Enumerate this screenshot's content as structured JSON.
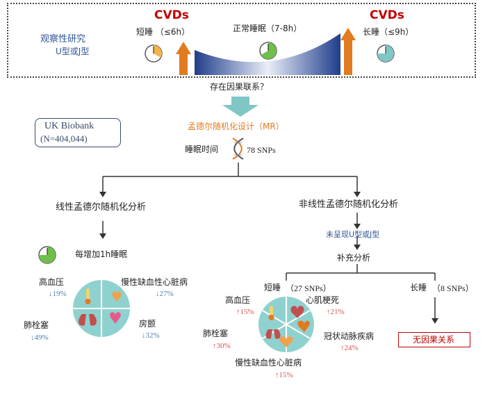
{
  "observational": {
    "label_line1": "观察性研究",
    "label_line2": "U型或J型",
    "cvds_left": "CVDs",
    "cvds_right": "CVDs",
    "short_sleep": "短睡 （≤6h）",
    "normal_sleep": "正常睡眠（7-8h）",
    "long_sleep": "长睡（≤9h）",
    "question": "存在因果联系？"
  },
  "ukb": {
    "line1": "UK Biobank",
    "line2": "(N=404,044)"
  },
  "mr": {
    "title": "孟德尔随机化设计（MR）",
    "exposure": "睡眠时间",
    "snps": "78 SNPs"
  },
  "linear": {
    "title": "线性孟德尔随机化分析",
    "per_hour": "每增加1h睡眠",
    "items": [
      {
        "name": "高血压",
        "value": "↓19%"
      },
      {
        "name": "慢性缺血性心脏病",
        "value": "↓27%"
      },
      {
        "name": "肺栓塞",
        "value": "↓49%"
      },
      {
        "name": "房颤",
        "value": "↓32%"
      }
    ]
  },
  "nonlinear": {
    "title": "非线性孟德尔随机化分析",
    "no_shape": "未呈现U型或J型",
    "supplementary": "补充分析",
    "short_label": "短睡",
    "short_snps": "（27 SNPs）",
    "long_label": "长睡",
    "long_snps": "（8 SNPs）",
    "no_causal": "无因果关系",
    "items": [
      {
        "name": "高血压",
        "value": "↑15%"
      },
      {
        "name": "心肌梗死",
        "value": "↑21%"
      },
      {
        "name": "肺栓塞",
        "value": "↑30%"
      },
      {
        "name": "冠状动脉疾病",
        "value": "↑24%"
      },
      {
        "name": "慢性缺血性心脏病",
        "value": "↑15%"
      }
    ]
  },
  "colors": {
    "navy": "#1f3d8a",
    "teal": "#7fc7c5",
    "orange": "#e07b20",
    "red": "#c00000"
  }
}
